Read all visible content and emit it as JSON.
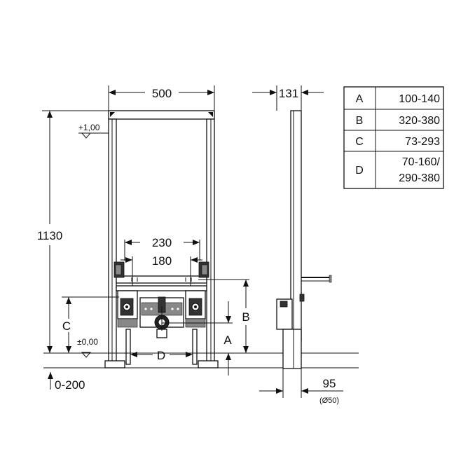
{
  "dimensions": {
    "total_width": "500",
    "depth": "131",
    "total_height": "1130",
    "plus_level": "+1,00",
    "zero_level": "±0,00",
    "outer_spacing": "230",
    "inner_spacing": "180",
    "label_a": "A",
    "label_b": "B",
    "label_c": "C",
    "label_d": "D",
    "floor_range": "0-200",
    "pipe_offset": "95",
    "pipe_diameter": "(Ø50)"
  },
  "table": {
    "rows": [
      {
        "key": "A",
        "value": "100-140"
      },
      {
        "key": "B",
        "value": "320-380"
      },
      {
        "key": "C",
        "value": "73-293"
      },
      {
        "key": "D",
        "value_line1": "70-160/",
        "value_line2": "290-380"
      }
    ]
  }
}
